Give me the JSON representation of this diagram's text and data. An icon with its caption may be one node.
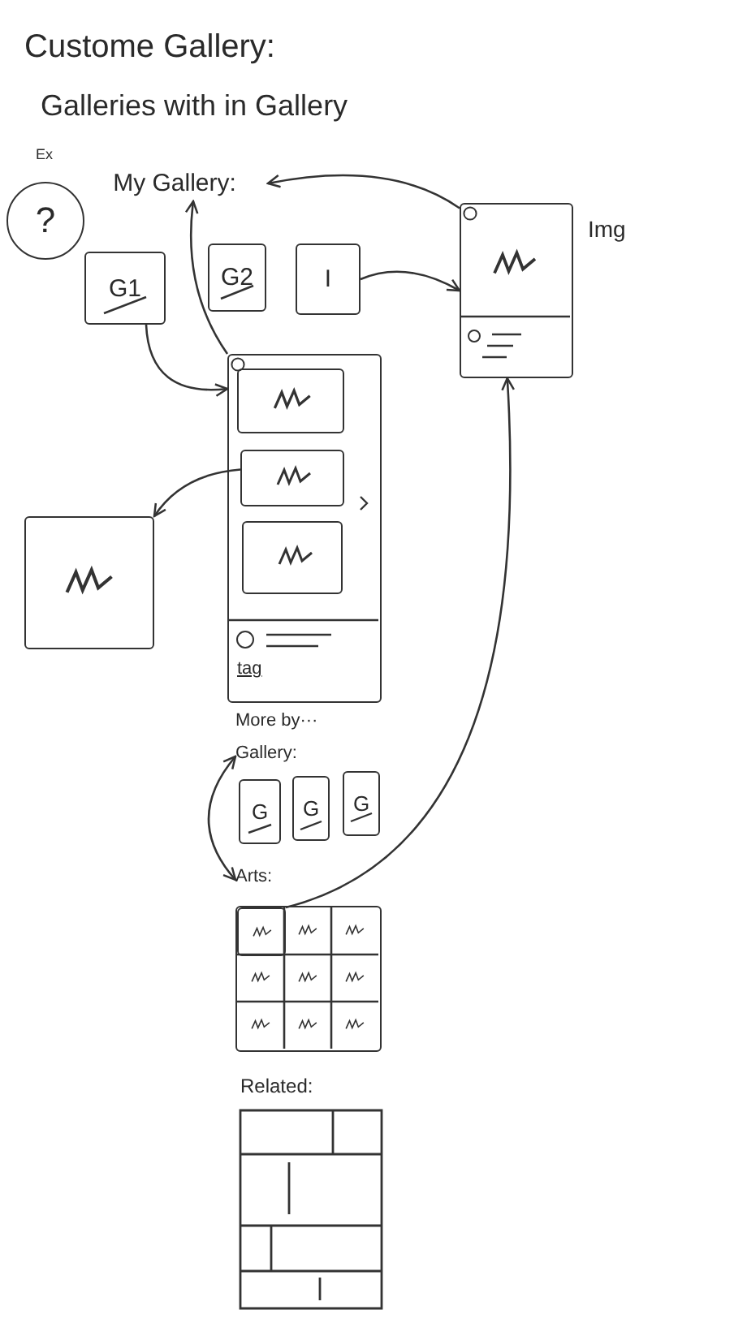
{
  "diagram": {
    "nodes": [
      {
        "text": [
          "?"
        ]
      },
      {
        "text": [
          "My Gallery:"
        ]
      },
      {
        "text": [
          "G1"
        ]
      },
      {
        "text": [
          "G2"
        ]
      },
      {
        "text": [
          "I"
        ]
      },
      {
        "text": [],
        "shape": "box",
        "beside": [
          "Img"
        ]
      },
      {
        "text": [
          "tag"
        ]
      },
      {
        "text": [],
        "shape": "box",
        "in": 6
      },
      {
        "text": [],
        "shape": "box",
        "in": 6
      },
      {
        "text": [],
        "shape": "box",
        "in": 6
      },
      {
        "text": [],
        "shape": "box"
      },
      {
        "text": [
          "Gallery:"
        ]
      },
      {
        "text": [
          "G"
        ]
      },
      {
        "text": [
          "G"
        ]
      },
      {
        "text": [
          "G"
        ]
      },
      {
        "text": [
          "Arts:"
        ]
      },
      {
        "text": [],
        "shape": "box"
      },
      {
        "text": [],
        "shape": "box",
        "in": 16
      }
    ],
    "edges": [
      {
        "from": 5,
        "to": 1,
        "arrow": "to"
      },
      {
        "from": 4,
        "to": 5,
        "arrow": "to"
      },
      {
        "from": 2,
        "to": 6,
        "arrow": "to"
      },
      {
        "from": 6,
        "to": 1,
        "arrow": "to"
      },
      {
        "from": 8,
        "to": 10,
        "arrow": "to"
      },
      {
        "from": 17,
        "to": 5,
        "arrow": "to"
      },
      {
        "from": 11,
        "to": 15,
        "arrow": "both"
      }
    ],
    "labels": [
      "Custome Gallery:",
      "Galleries with in Gallery",
      "Ex",
      "More by···",
      "Related:"
    ]
  }
}
